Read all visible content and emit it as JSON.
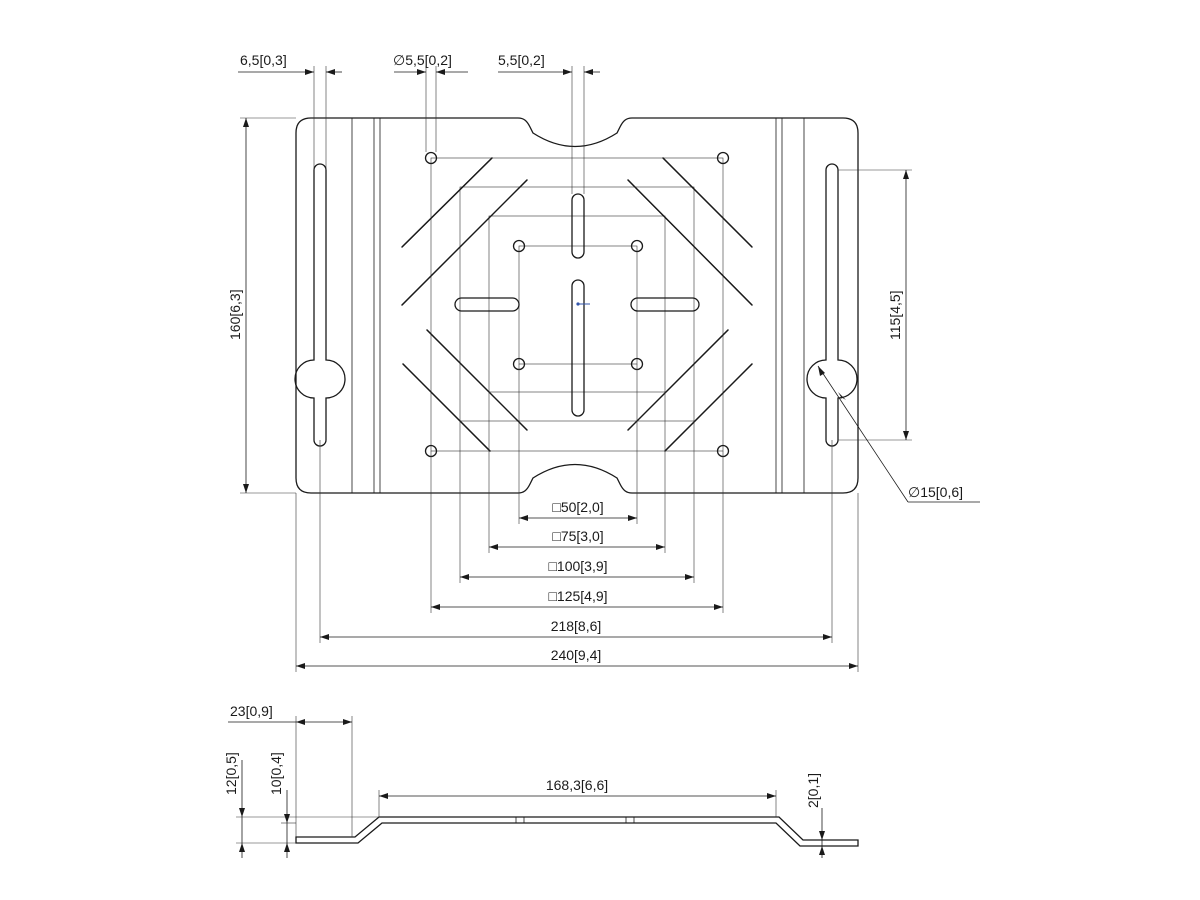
{
  "plate": {
    "top_dims": {
      "edge_offset": "6,5[0,3]",
      "hole_dia": "∅5,5[0,2]",
      "slot_width": "5,5[0,2]"
    },
    "height": "160[6,3]",
    "slot_height": "115[4,5]",
    "keyhole_dia": "∅15[0,6]",
    "vesa": [
      "□50[2,0]",
      "□75[3,0]",
      "□100[3,9]",
      "□125[4,9]"
    ],
    "slot_span": "218[8,6]",
    "width": "240[9,4]"
  },
  "profile": {
    "flange": "23[0,9]",
    "total_height": "12[0,5]",
    "offset": "10[0,4]",
    "flat_length": "168,3[6,6]",
    "thickness": "2[0,1]"
  }
}
